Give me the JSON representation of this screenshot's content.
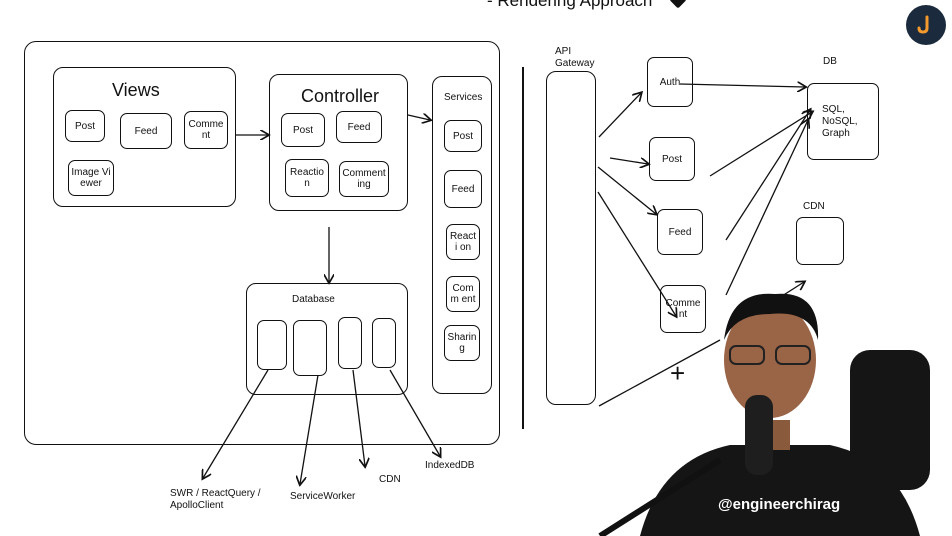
{
  "header": {
    "title_fragment": "- Rendering Approach"
  },
  "views": {
    "title": "Views",
    "items": [
      "Post",
      "Feed",
      "Comme nt",
      "Image Viewer"
    ]
  },
  "controller": {
    "title": "Controller",
    "items": [
      "Post",
      "Feed",
      "Reactio n",
      "Comment ing"
    ]
  },
  "services": {
    "title": "Services",
    "items": [
      "Post",
      "Feed",
      "Reacti on",
      "Comm ent",
      "Sharin g"
    ]
  },
  "database": {
    "title": "Database"
  },
  "storage_targets": [
    "SWR / ReactQuery / ApolloClient",
    "ServiceWorker",
    "CDN",
    "IndexedDB"
  ],
  "backend": {
    "gateway_label": "API Gateway",
    "services": [
      "Auth",
      "Post",
      "Feed",
      "Comment"
    ],
    "db_label": "DB",
    "db_box": "SQL, NoSQL, Graph",
    "cdn_label": "CDN"
  },
  "watermark": "@engineerchirag",
  "colors": {
    "ink": "#111111",
    "background": "#ffffff",
    "avatar_bg": "#1b2b3d",
    "avatar_accent": "#f29a2e"
  },
  "icons": [
    "avatar-logo-icon",
    "crosshair-icon"
  ]
}
